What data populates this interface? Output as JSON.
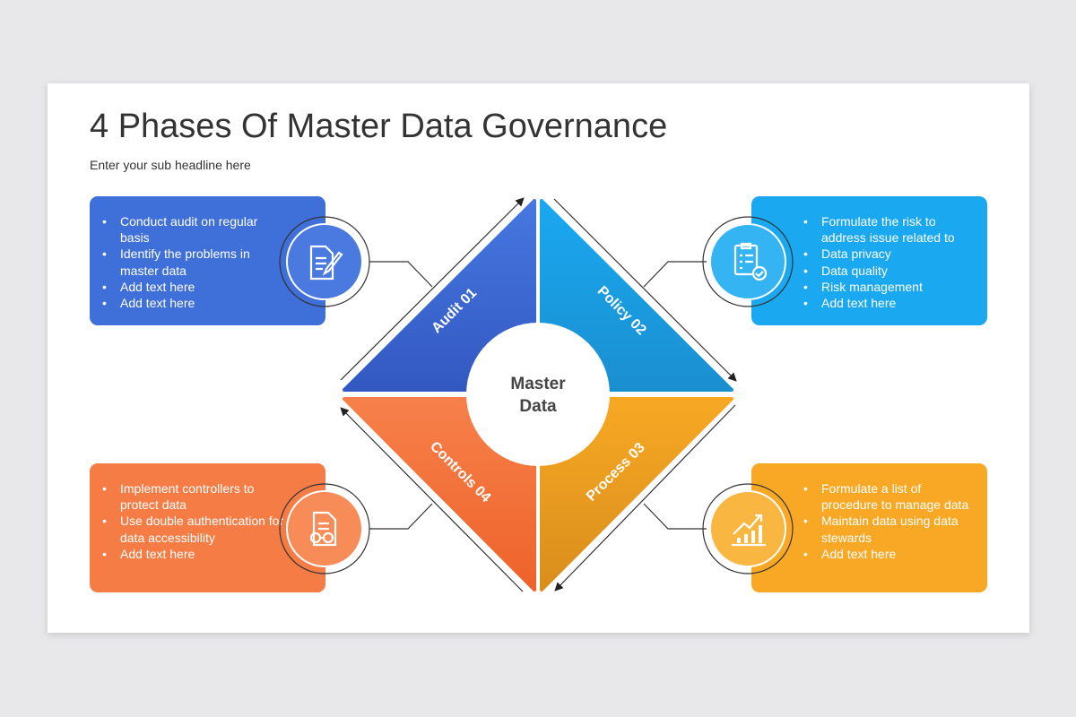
{
  "title": "4 Phases Of Master Data Governance",
  "subtitle": "Enter your sub headline here",
  "center": {
    "line1": "Master",
    "line2": "Data"
  },
  "phases": [
    {
      "label": "Audit 01",
      "color": "#3f6fd8",
      "icon": "document-edit-icon",
      "items": [
        "Conduct audit on regular basis",
        "Identify the problems in master data",
        "Add text here",
        "Add text here"
      ]
    },
    {
      "label": "Policy 02",
      "color": "#1aa0e6",
      "icon": "clipboard-check-icon",
      "items": [
        "Formulate the risk to address issue related to",
        "Data privacy",
        "Data quality",
        "Risk management",
        "Add text here"
      ]
    },
    {
      "label": "Process 03",
      "color": "#f4a521",
      "icon": "growth-chart-icon",
      "items": [
        "Formulate a list of procedure to manage data",
        "Maintain data using data stewards",
        "Add text here"
      ]
    },
    {
      "label": "Controls 04",
      "color": "#f26f35",
      "icon": "document-glasses-icon",
      "items": [
        "Implement controllers to protect data",
        "Use double authentication for data accessibility",
        "Add text here"
      ]
    }
  ]
}
